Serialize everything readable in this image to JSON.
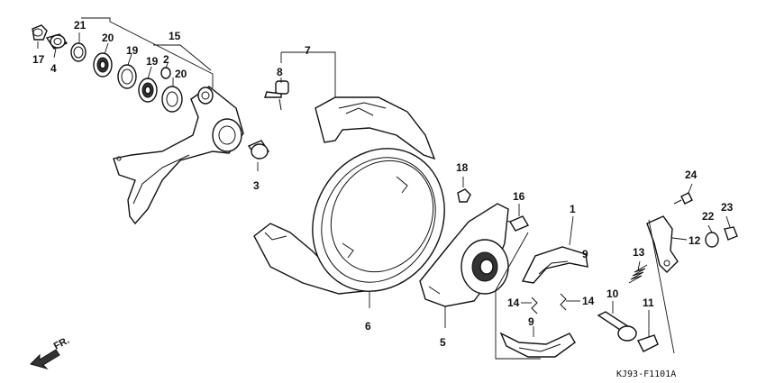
{
  "labels": {
    "p17": "17",
    "p4": "4",
    "p21": "21",
    "p20a": "20",
    "p19a": "19",
    "p19b": "19",
    "p2": "2",
    "p15": "15",
    "p20b": "20",
    "p3": "3",
    "p7": "7",
    "p8": "8",
    "p6": "6",
    "p18": "18",
    "p16": "16",
    "p5": "5",
    "p1": "1",
    "p9a": "9",
    "p9b": "9",
    "p14a": "14",
    "p14b": "14",
    "p10": "10",
    "p11": "11",
    "p13": "13",
    "p12": "12",
    "p24": "24",
    "p22": "22",
    "p23": "23"
  },
  "direction_label": "FR.",
  "figure_code": "KJ93-F1101A"
}
